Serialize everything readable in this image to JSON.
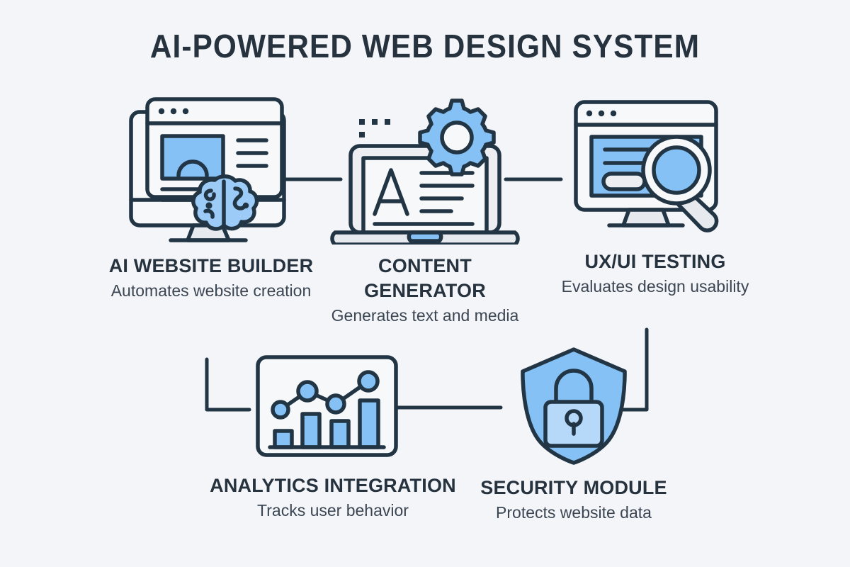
{
  "header": {
    "title": "AI-POWERED WEB DESIGN SYSTEM"
  },
  "theme": {
    "background": "#f4f5f9",
    "ink": "#26333f",
    "stroke": "#223544",
    "accent_blue": "#85c1f5",
    "accent_blue_light": "#b6d9fa",
    "panel_gray": "#e6e9ee",
    "panel_white": "#f7f8fa"
  },
  "nodes": [
    {
      "id": "ai-website-builder",
      "title": "AI WEBSITE BUILDER",
      "description": "Automates website creation",
      "icon": "monitor-browser-brain-icon"
    },
    {
      "id": "content-generator",
      "title": "CONTENT GENERATOR",
      "description": "Generates text and media",
      "icon": "laptop-gear-typography-icon"
    },
    {
      "id": "ux-ui-testing",
      "title": "UX/UI TESTING",
      "description": "Evaluates design usability",
      "icon": "monitor-magnifier-icon"
    },
    {
      "id": "analytics-integration",
      "title": "ANALYTICS INTEGRATION",
      "description": "Tracks user behavior",
      "icon": "bar-line-chart-icon"
    },
    {
      "id": "security-module",
      "title": "SECURITY MODULE",
      "description": "Protects website data",
      "icon": "shield-padlock-icon"
    }
  ],
  "connectors": [
    {
      "id": "builder-to-content",
      "style": "straight-horizontal"
    },
    {
      "id": "content-to-uxui",
      "style": "straight-horizontal"
    },
    {
      "id": "builder-to-analytics",
      "style": "elbow-down-right"
    },
    {
      "id": "analytics-to-security",
      "style": "straight-horizontal"
    },
    {
      "id": "uxui-to-security",
      "style": "elbow-down-left"
    }
  ]
}
